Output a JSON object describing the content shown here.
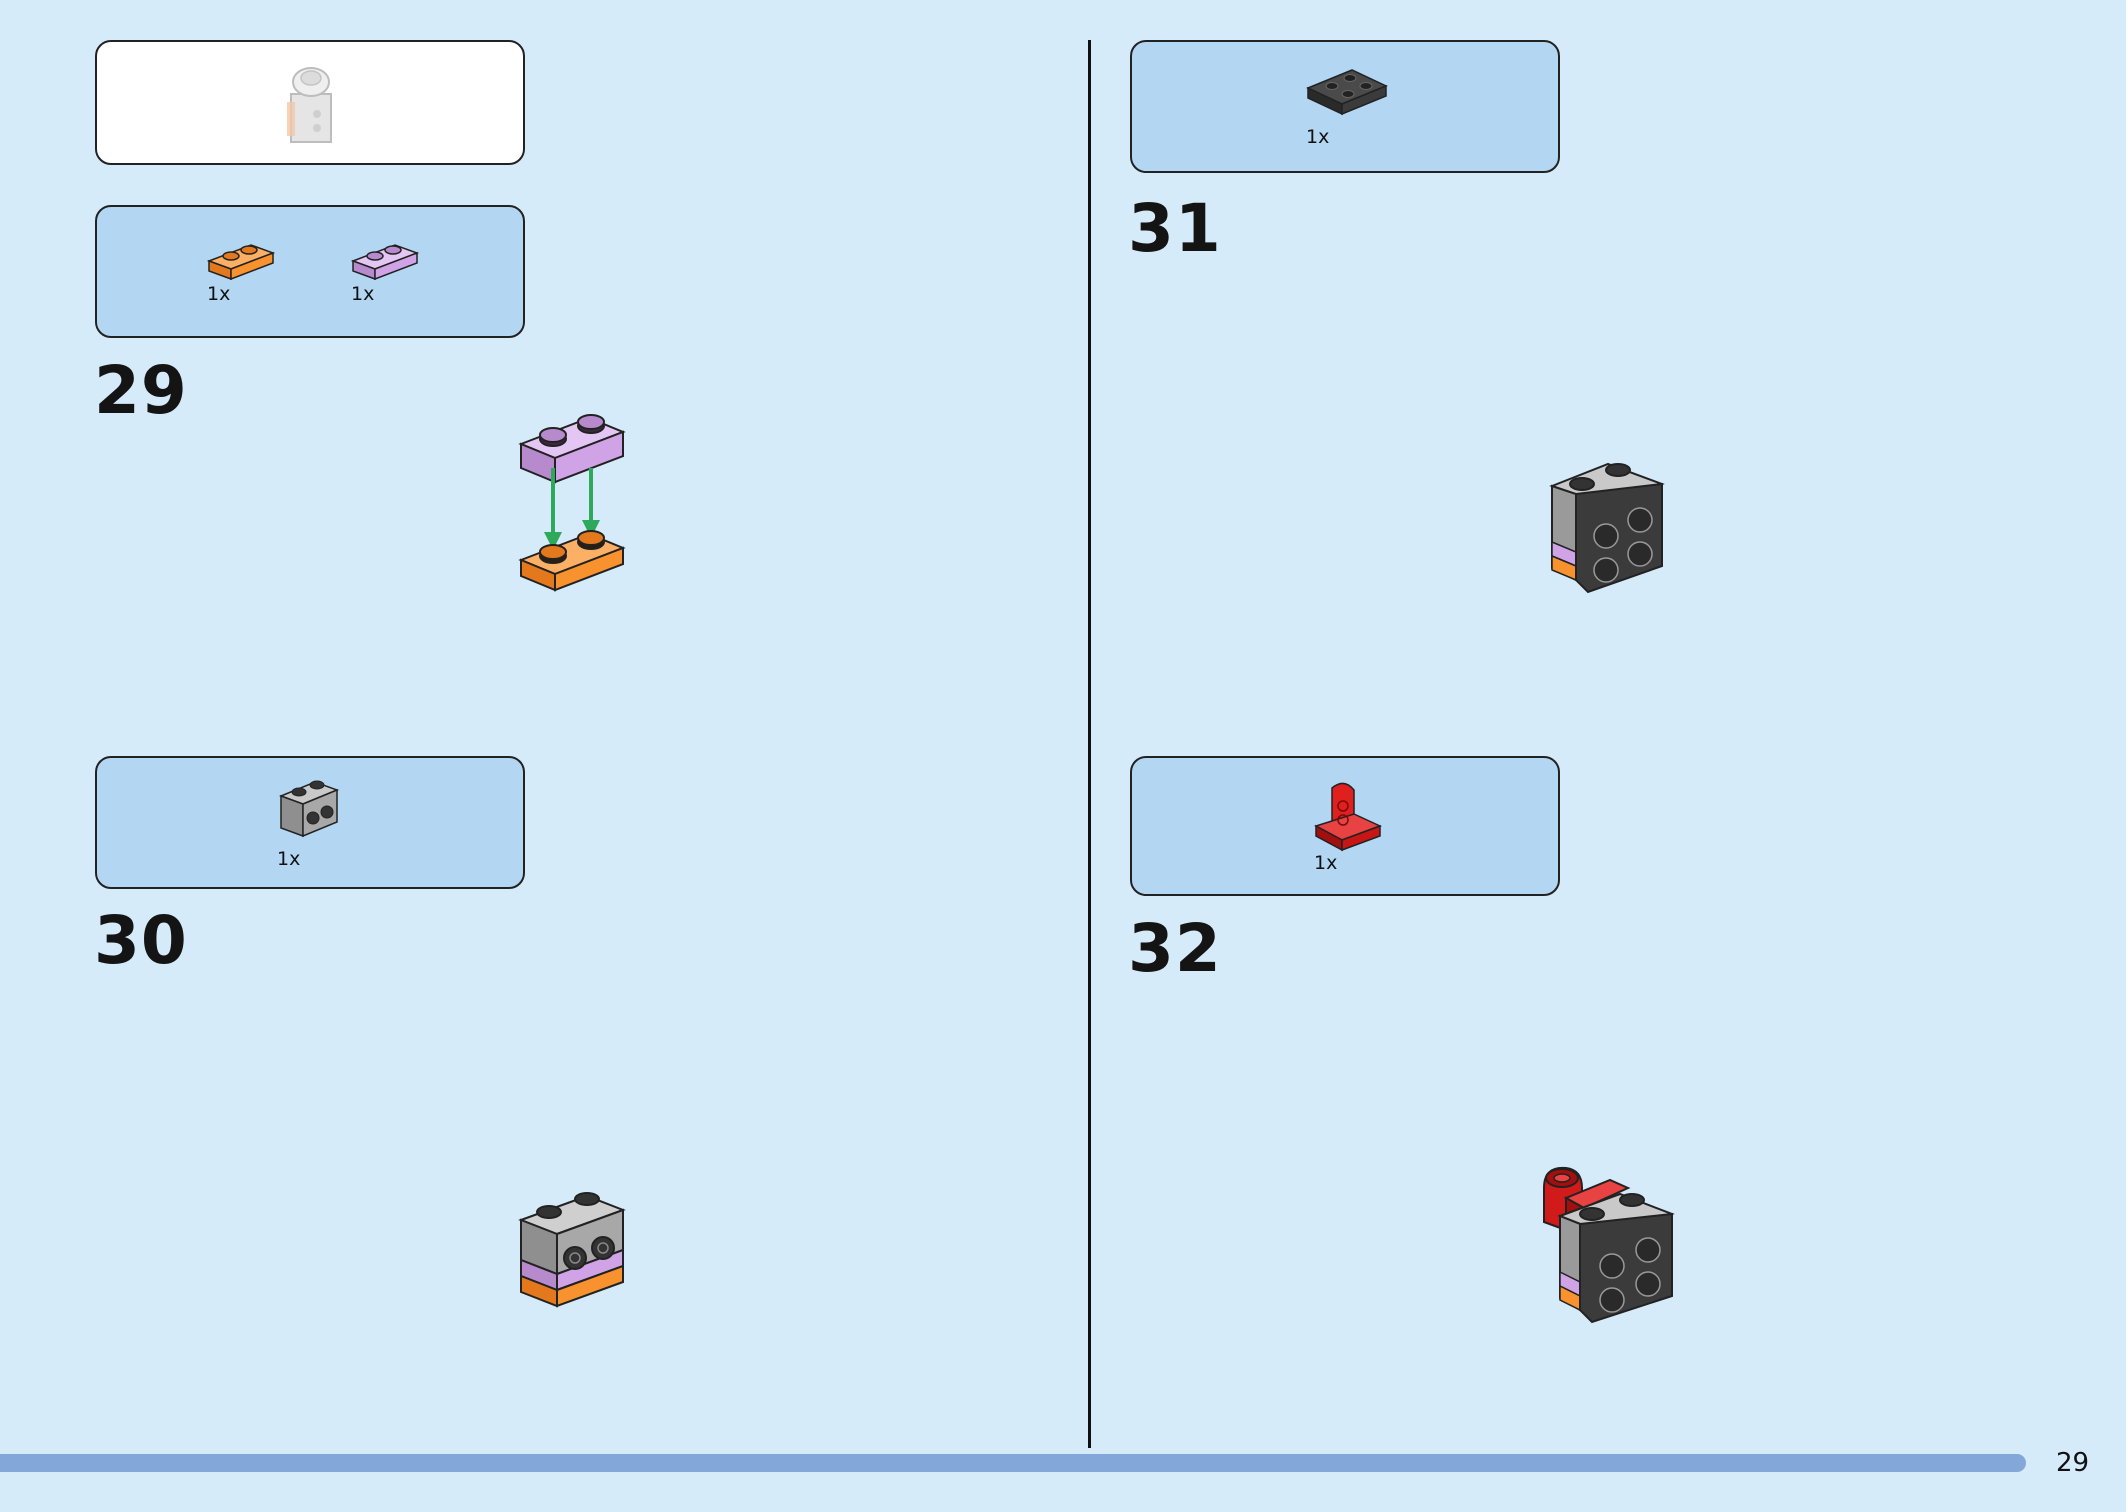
{
  "steps": [
    {
      "number": "29",
      "parts": [
        {
          "qty": "1x"
        },
        {
          "qty": "1x"
        }
      ]
    },
    {
      "number": "30",
      "parts": [
        {
          "qty": "1x"
        }
      ]
    },
    {
      "number": "31",
      "parts": [
        {
          "qty": "1x"
        }
      ]
    },
    {
      "number": "32",
      "parts": [
        {
          "qty": "1x"
        }
      ]
    }
  ],
  "colors": {
    "background": "#d6ebf9",
    "parts_panel": "#b3d6f3",
    "orange": "#f7922e",
    "lavender": "#cfa3e6",
    "light_gray": "#a0a0a0",
    "dark_gray": "#3b3b3b",
    "red": "#d11a1a",
    "arrow_green": "#2ea85a"
  },
  "page_number": "29"
}
